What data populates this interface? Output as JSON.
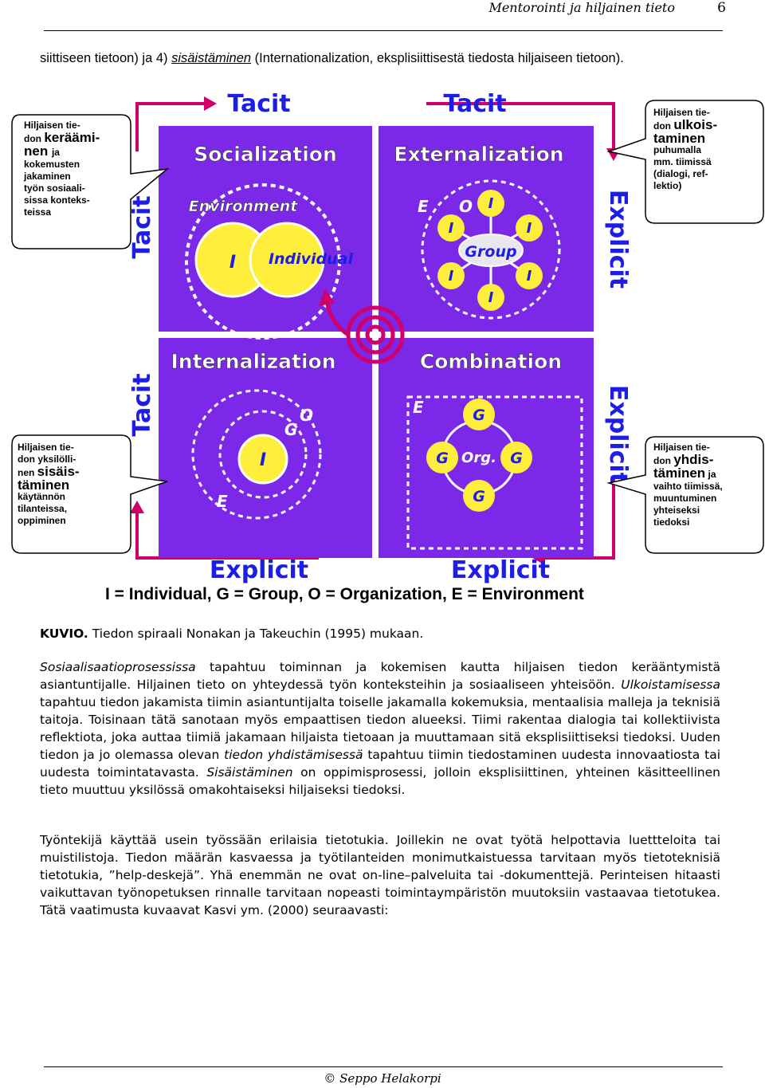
{
  "header": {
    "title": "Mentorointi ja hiljainen tieto",
    "page": "6"
  },
  "intro": {
    "part1": "siittiseen tietoon) ja 4) ",
    "term": "sisäistäminen",
    "part2": " (Internationalization, eksplisiittisestä tiedosta hiljaiseen tietoon)."
  },
  "figure": {
    "quadrants": [
      "Socialization",
      "Externalization",
      "Internalization",
      "Combination"
    ],
    "axis_top_left": "Tacit",
    "axis_top_right": "Tacit",
    "axis_bottom_left": "Explicit",
    "axis_bottom_right": "Explicit",
    "axis_left_top": "Tacit",
    "axis_left_bottom": "Tacit",
    "axis_right_top": "Explicit",
    "axis_right_bottom": "Explicit",
    "environment": "Environment",
    "individual": "Individual",
    "group": "Group",
    "org": "Org.",
    "I": "I",
    "E": "E",
    "O": "O",
    "G": "G",
    "callouts": {
      "tl": {
        "a": "Hiljaisen tie-",
        "b": "don ",
        "c": "keräämi-",
        "d": "nen ",
        "e": "ja",
        "f": "kokemusten",
        "g": "jakaminen",
        "h": "työn sosiaali-",
        "i": "sissa konteks-",
        "j": "teissa"
      },
      "tr": {
        "a": "Hiljaisen tie-",
        "b": "don ",
        "c": "ulkois-",
        "d": "taminen",
        "e": "puhumalla",
        "f": "mm. tiimissä",
        "g": "(dialogi, ref-",
        "h": "lektio)"
      },
      "bl": {
        "a": "Hiljaisen tie-",
        "b": "don yksilölli-",
        "c": "nen ",
        "d": "sisäis-",
        "e": "täminen",
        "f": "käytännön",
        "g": "tilanteissa,",
        "h": "oppiminen"
      },
      "br": {
        "a": "Hiljaisen tie-",
        "b": "don ",
        "c": "yhdis-",
        "d": "täminen",
        "e": " ja",
        "f": "vaihto tiimissä,",
        "g": "muuntuminen",
        "h": "yhteiseksi",
        "i": "tiedoksi"
      }
    },
    "legend": "I  = Individual, G = Group, O = Organization, E = Environment"
  },
  "caption": {
    "label": "KUVIO.",
    "text": " Tiedon spiraali Nonakan ja Takeuchin (1995) mukaan."
  },
  "para1": {
    "t1": "Sosiaalisaatioprosessissa",
    "t2": " tapahtuu toiminnan ja kokemisen kautta hiljaisen tiedon kerääntymistä asiantuntijalle. Hiljainen tieto on yhteydessä työn konteksteihin ja sosiaaliseen yhteisöön. ",
    "t3": "Ulkoistamisessa",
    "t4": " tapahtuu tiedon jakamista tiimin asiantuntijalta toiselle jakamalla kokemuksia, mentaalisia malleja ja teknisiä taitoja. Toisinaan tätä sanotaan myös empaattisen tiedon alueeksi. Tiimi rakentaa dialogia tai kollektiivista reflektiota, joka auttaa tiimiä jakamaan hiljaista tietoaan ja muuttamaan sitä eksplisiittiseksi tiedoksi. Uuden tiedon ja jo olemassa olevan ",
    "t5": "tiedon yhdistämisessä",
    "t6": " tapahtuu tiimin tiedostaminen uudesta innovaatiosta tai uudesta toimintatavasta. ",
    "t7": "Sisäistäminen",
    "t8": " on oppimisprosessi, jolloin eksplisiittinen, yhteinen käsitteellinen tieto muuttuu yksilössä omakohtaiseksi hiljaiseksi tiedoksi."
  },
  "para2": "Työntekijä käyttää usein työssään erilaisia tietotukia. Joillekin ne ovat työtä helpottavia luettteloita tai muistilistoja. Tiedon määrän kasvaessa ja työtilanteiden monimutkaistuessa tarvitaan myös tietoteknisiä tietotukia, ”help-deskejä”. Yhä enemmän ne ovat on-line–palveluita tai -dokumenttejä. Perinteisen hitaasti vaikuttavan työnopetuksen rinnalle tarvitaan nopeasti toimintaympäristön muutoksiin vastaavaa tietotukea. Tätä vaatimusta kuvaavat Kasvi ym. (2000) seuraavasti:",
  "footer": "© Seppo Helakorpi",
  "colors": {
    "purple": "#7b28e8",
    "border": "#ffffff",
    "circle": "#ffef3c",
    "arrow": "#d0006a",
    "label_blue": "#1d1de8"
  }
}
